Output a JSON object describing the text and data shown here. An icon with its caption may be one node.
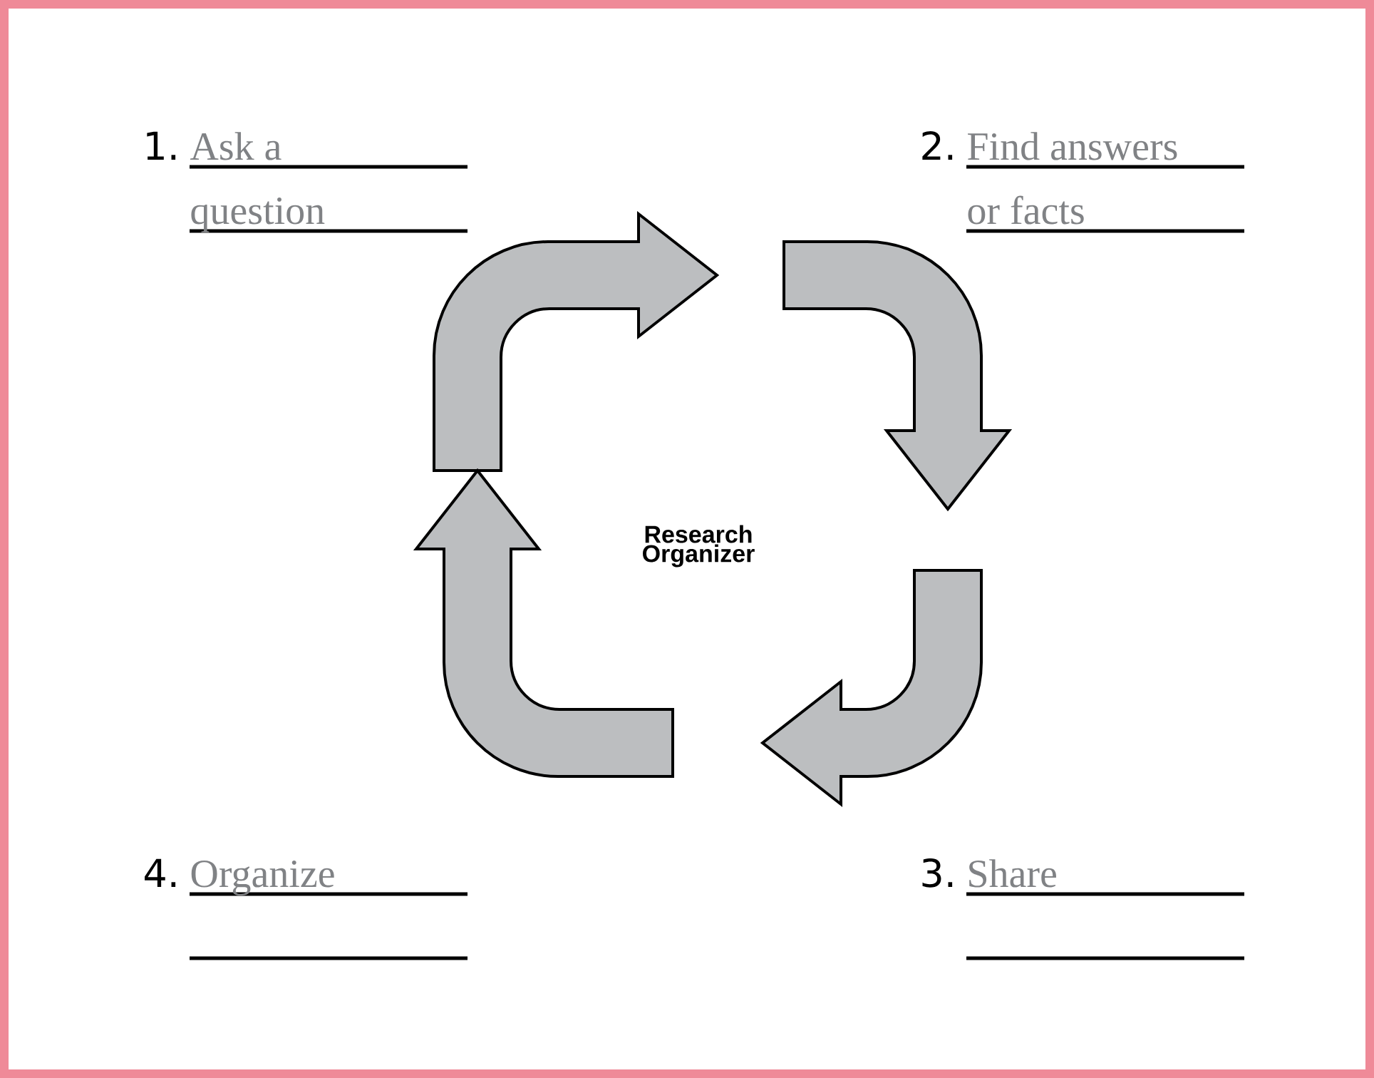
{
  "diagram": {
    "nodes": [
      {
        "text": [
          "1.",
          "Ask a question"
        ]
      },
      {
        "text": [
          "2.",
          "Find answers or facts"
        ]
      },
      {
        "text": [],
        "shape": "arrow"
      },
      {
        "text": [],
        "shape": "arrow"
      },
      {
        "text": [
          "Research Organizer"
        ]
      },
      {
        "text": [],
        "shape": "arrow"
      },
      {
        "text": [],
        "shape": "arrow"
      },
      {
        "text": [
          "4.",
          "Organize"
        ]
      },
      {
        "text": [
          "3.",
          "Share"
        ]
      }
    ]
  }
}
